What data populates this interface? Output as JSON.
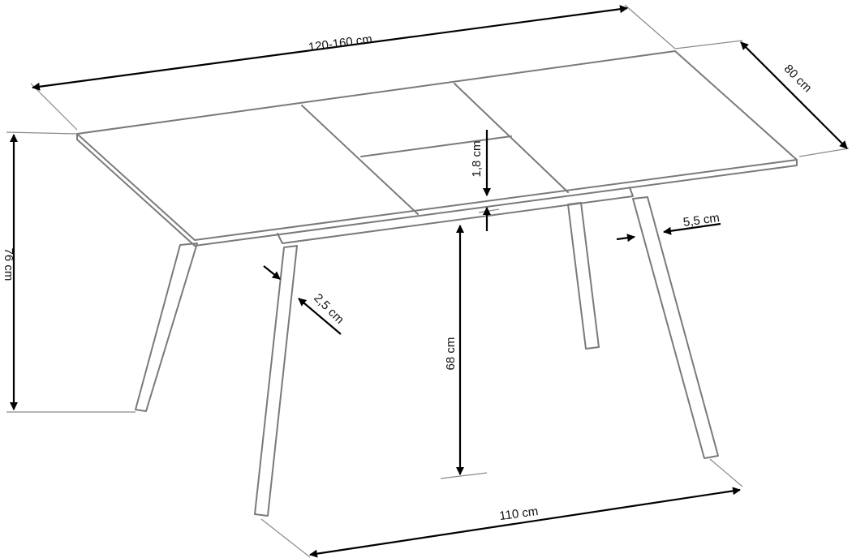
{
  "dimensions": {
    "length": "120-160 cm",
    "width": "80 cm",
    "height": "76 cm",
    "top_thickness": "1,8 cm",
    "leg_width": "5,5 cm",
    "leg_depth": "2,5 cm",
    "clearance": "68 cm",
    "leg_span": "110 cm"
  },
  "colors": {
    "outline": "#7a7a7a",
    "dimension_line": "#000000"
  }
}
